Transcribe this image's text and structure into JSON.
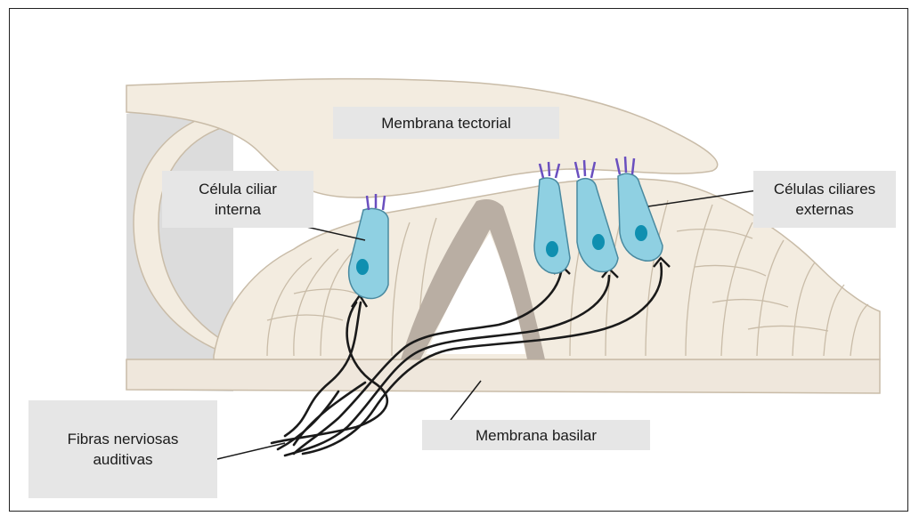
{
  "diagram": {
    "labels": {
      "tectorial": "Membrana tectorial",
      "inner_hair_cell": "Célula ciliar\ninterna",
      "outer_hair_cells": "Células ciliares\nexternas",
      "nerve_fibers": "Fibras nerviosas\nauditivas",
      "basilar": "Membrana basilar"
    },
    "colors": {
      "tissue": "#f3ece0",
      "tissue_stroke": "#c9bca8",
      "cell_fill": "#8fd0e2",
      "nucleus": "#0f8fb0",
      "stereocilia": "#6a4fbf",
      "pillar": "#b9aea3",
      "fiber": "#1a1a1a",
      "label_bg": "#e6e6e6"
    }
  }
}
